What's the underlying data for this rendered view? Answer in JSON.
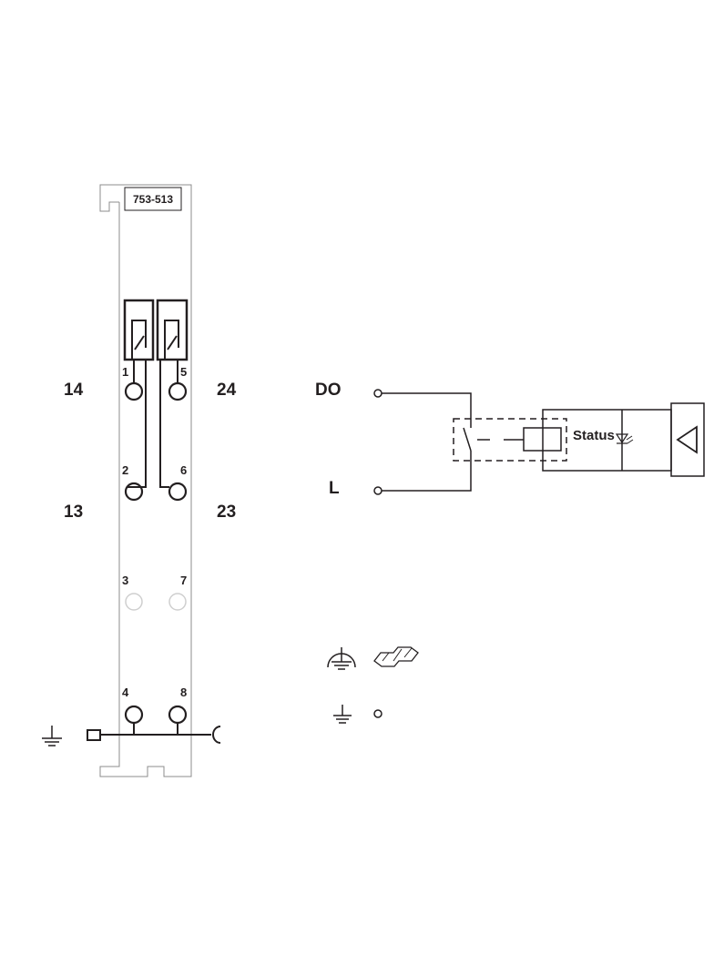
{
  "module": {
    "part_number": "753-513"
  },
  "left_labels": {
    "top_left": "14",
    "top_right": "24",
    "bottom_left": "13",
    "bottom_right": "23"
  },
  "terminals": {
    "t1": "1",
    "t2": "2",
    "t3": "3",
    "t4": "4",
    "t5": "5",
    "t6": "6",
    "t7": "7",
    "t8": "8"
  },
  "schematic": {
    "do_label": "DO",
    "l_label": "L",
    "status_label": "Status"
  },
  "icons": {
    "ground": "ground-icon",
    "protective_earth": "protective-earth-icon",
    "din_rail": "din-rail-icon",
    "led": "led-icon",
    "triangle": "triangle-icon"
  },
  "colors": {
    "ink": "#231f20",
    "housing": "#8c8c8c",
    "inactive": "#cfcfcf"
  }
}
